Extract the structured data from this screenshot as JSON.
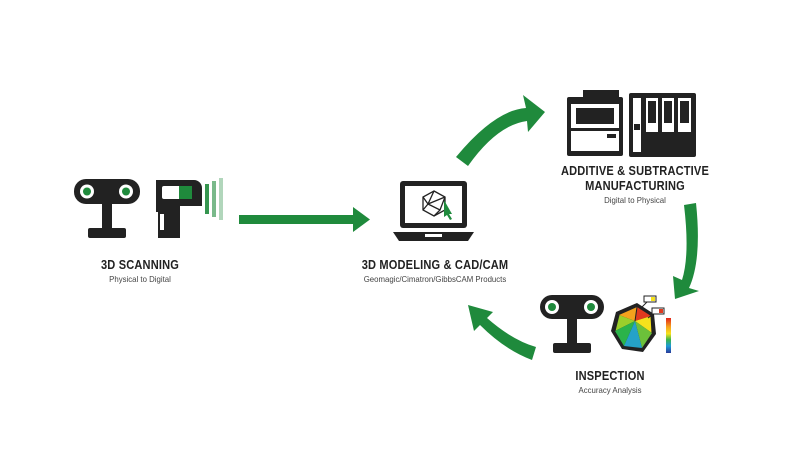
{
  "stages": {
    "scanning": {
      "title": "3D SCANNING",
      "subtitle": "Physical to Digital"
    },
    "modeling": {
      "title": "3D MODELING & CAD/CAM",
      "subtitle": "Geomagic/Cimatron/GibbsCAM Products"
    },
    "manufacturing": {
      "title_line1": "ADDITIVE & SUBTRACTIVE",
      "title_line2": "MANUFACTURING",
      "subtitle": "Digital to Physical"
    },
    "inspection": {
      "title": "INSPECTION",
      "subtitle": "Accuracy Analysis"
    }
  },
  "colors": {
    "arrow": "#1f8a3c",
    "icon": "#222222",
    "accent": "#1f8a3c"
  }
}
